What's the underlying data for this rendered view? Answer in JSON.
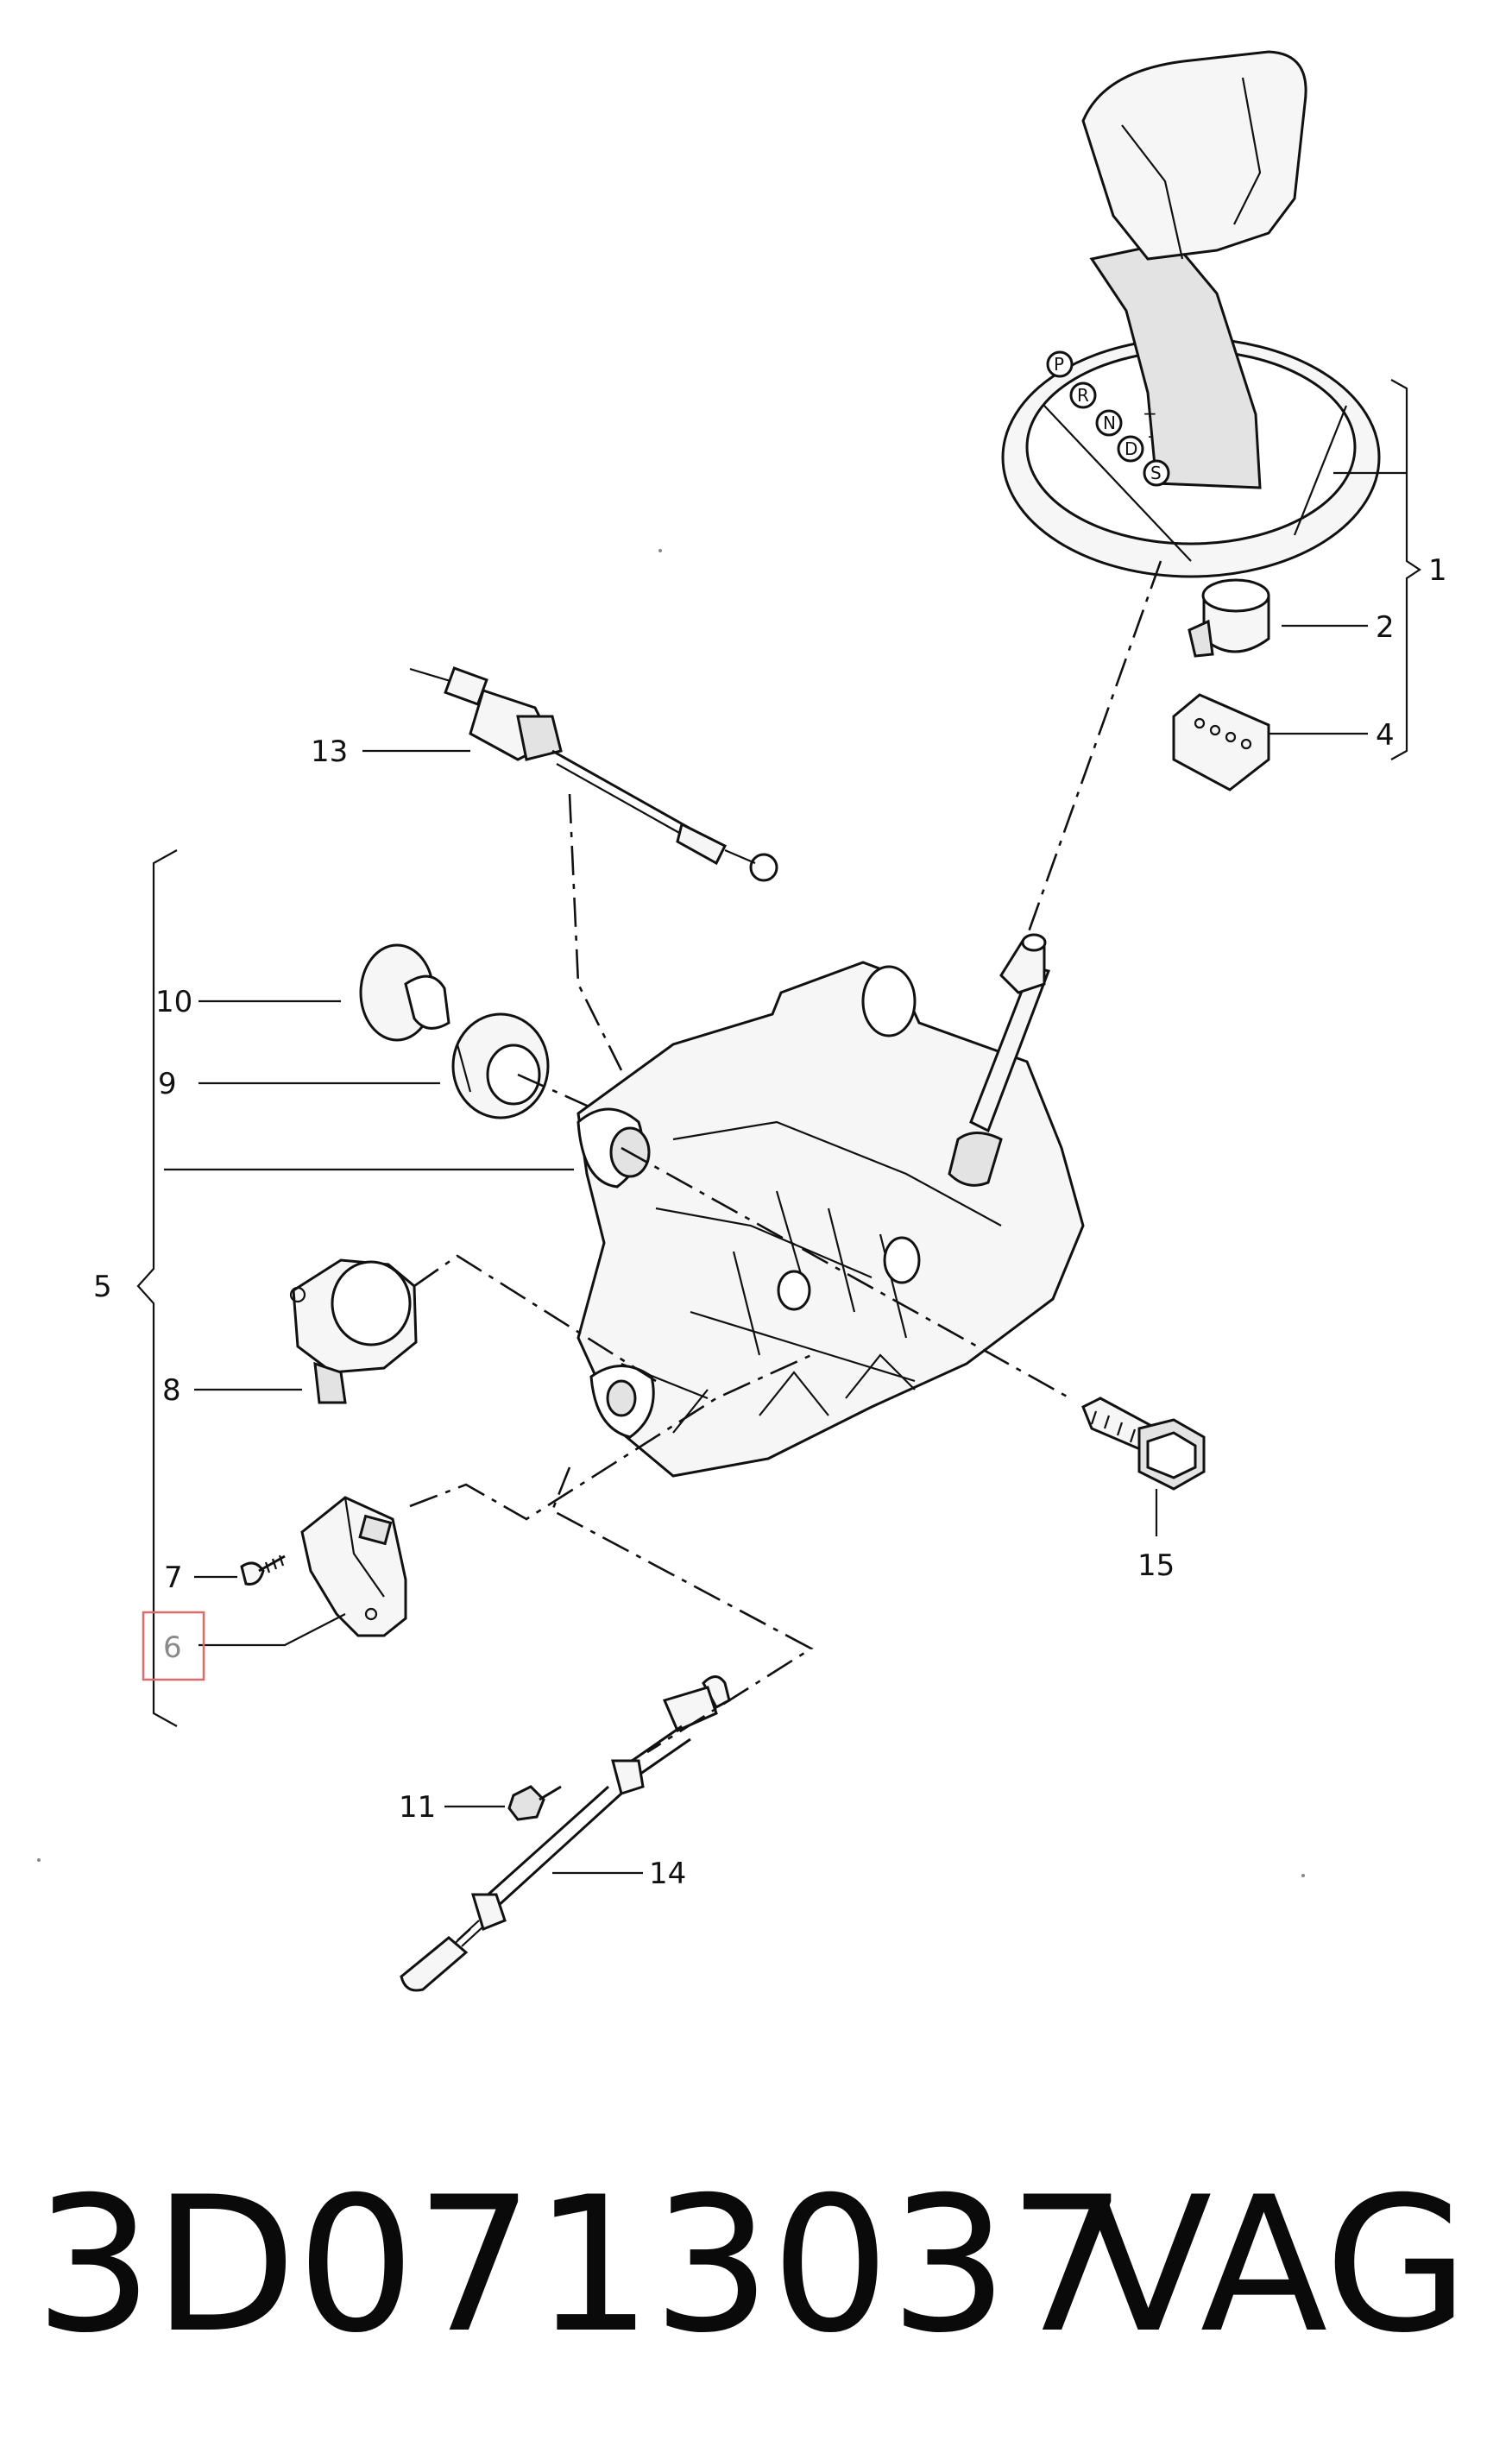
{
  "callouts": {
    "c1": "1",
    "c2": "2",
    "c4": "4",
    "c5": "5",
    "c6": "6",
    "c7": "7",
    "c8": "8",
    "c9": "9",
    "c10": "10",
    "c11": "11",
    "c13": "13",
    "c14": "14",
    "c15": "15"
  },
  "highlighted_callout": "6",
  "gear_positions": [
    "P",
    "R",
    "N",
    "D",
    "S",
    "+",
    "-"
  ],
  "footer": {
    "part_number": "3D0713037",
    "brand": "VAG"
  },
  "colors": {
    "ink": "#111111",
    "highlight": "#e06a6a"
  }
}
